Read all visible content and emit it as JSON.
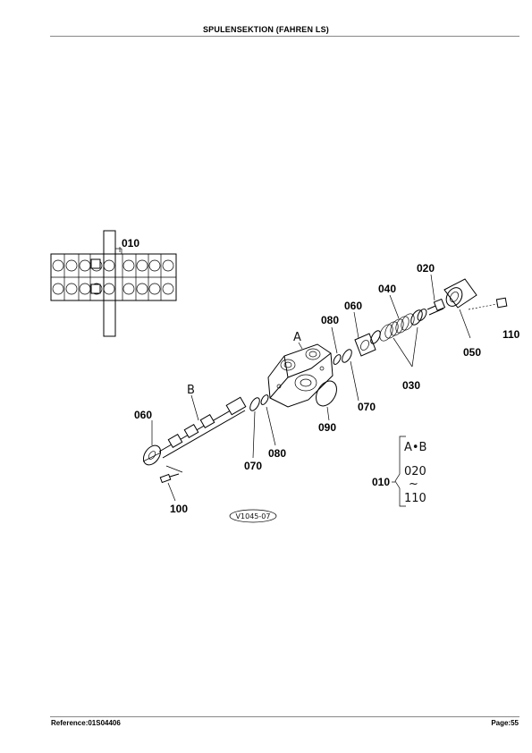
{
  "header": {
    "title": "SPULENSEKTION (FAHREN LS)"
  },
  "footer": {
    "reference": "Reference:01S04406",
    "page": "Page:55"
  },
  "diagram": {
    "callouts": {
      "c010_top": "010",
      "c020": "020",
      "c040": "040",
      "c060_right": "060",
      "c080_right": "080",
      "c110": "110",
      "c050": "050",
      "c030": "030",
      "c070_right": "070",
      "c090": "090",
      "c060_left": "060",
      "c080_left": "080",
      "c070_left": "070",
      "c100": "100",
      "c010_legend": "010"
    },
    "part_letters": {
      "a": "A",
      "b": "B"
    },
    "drawing_id": "V1045-07",
    "legend": {
      "range_header": "A•B",
      "range_start": "020",
      "range_tilde": "~",
      "range_end": "110"
    }
  }
}
